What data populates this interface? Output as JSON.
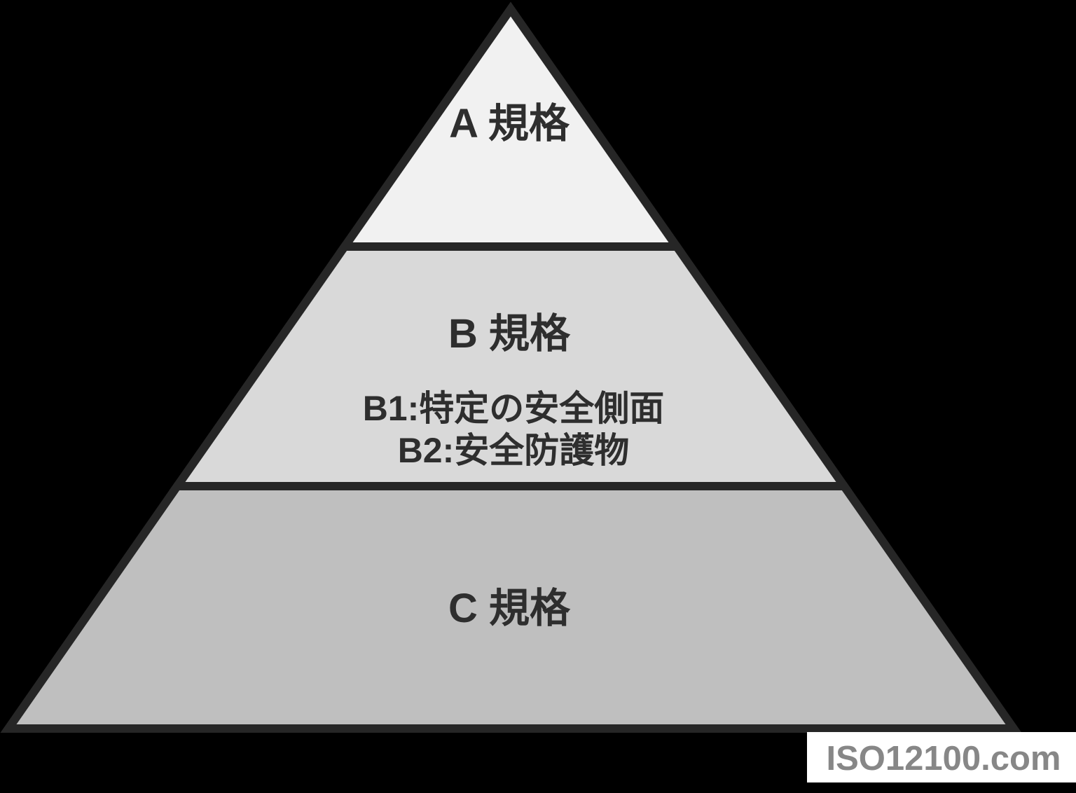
{
  "pyramid": {
    "background_color": "#000000",
    "border_color": "#262626",
    "label_color": "#2e2e2e",
    "tiers": [
      {
        "id": "A",
        "label": "A 規格",
        "fill": "#f1f1f1"
      },
      {
        "id": "B",
        "label": "B 規格",
        "fill": "#d9d9d9",
        "sublabels": [
          "B1:特定の安全側面",
          "B2:安全防護物"
        ]
      },
      {
        "id": "C",
        "label": "C 規格",
        "fill": "#bfbfbf"
      }
    ]
  },
  "watermark": {
    "text": "ISO12100.com",
    "box_color": "#ffffff",
    "text_color": "#878787"
  }
}
